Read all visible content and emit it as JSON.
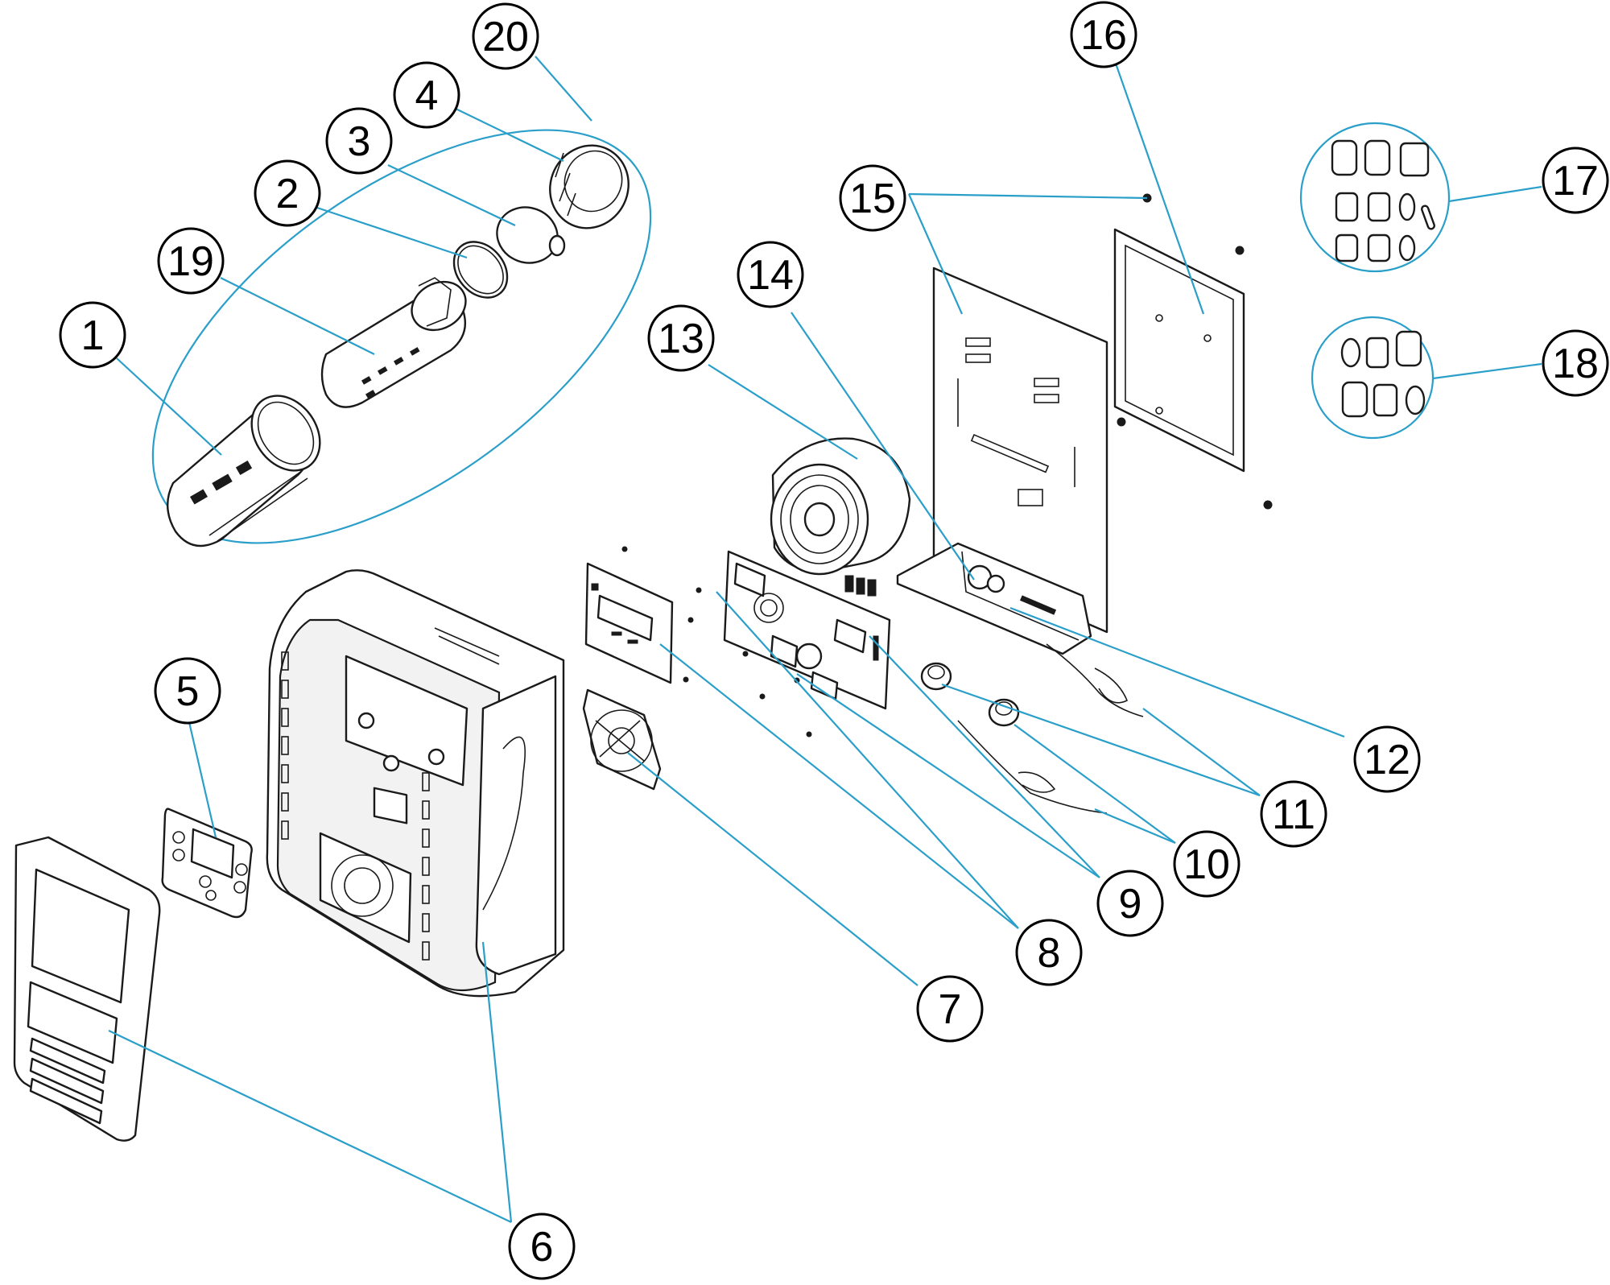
{
  "diagram": {
    "callouts": [
      {
        "id": "c1",
        "label": "1"
      },
      {
        "id": "c2",
        "label": "2"
      },
      {
        "id": "c3",
        "label": "3"
      },
      {
        "id": "c4",
        "label": "4"
      },
      {
        "id": "c5",
        "label": "5"
      },
      {
        "id": "c6",
        "label": "6"
      },
      {
        "id": "c7",
        "label": "7"
      },
      {
        "id": "c8",
        "label": "8"
      },
      {
        "id": "c9",
        "label": "9"
      },
      {
        "id": "c10",
        "label": "10"
      },
      {
        "id": "c11",
        "label": "11"
      },
      {
        "id": "c12",
        "label": "12"
      },
      {
        "id": "c13",
        "label": "13"
      },
      {
        "id": "c14",
        "label": "14"
      },
      {
        "id": "c15",
        "label": "15"
      },
      {
        "id": "c16",
        "label": "16"
      },
      {
        "id": "c17",
        "label": "17"
      },
      {
        "id": "c18",
        "label": "18"
      },
      {
        "id": "c19",
        "label": "19"
      },
      {
        "id": "c20",
        "label": "20"
      }
    ],
    "colors": {
      "leader": "#2a9fc9",
      "outline": "#1a1a1a",
      "background": "#ffffff"
    }
  }
}
